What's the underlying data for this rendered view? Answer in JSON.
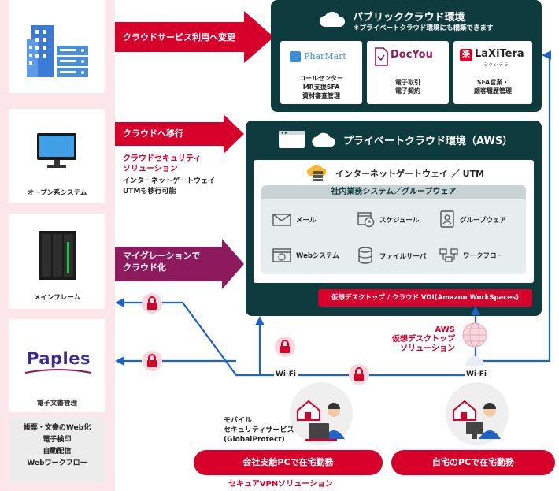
{
  "left_panel": {
    "open_system_caption": "オープン系システム",
    "mainframe_caption": "メインフレーム",
    "paples_logo": "Paples",
    "paples_caption": "電子文書管理",
    "paples_features": [
      "帳票・文書のWeb化",
      "電子検印",
      "自動配信",
      "Webワークフロー"
    ]
  },
  "arrows": {
    "to_public": "クラウドサービス利用へ変更",
    "to_private_title": "クラウドへ移行",
    "to_private_red": [
      "クラウドセキュリティ",
      "ソリューション"
    ],
    "to_private_black": [
      "インターネットゲートウェイ",
      "UTMも移行可能"
    ],
    "to_private_mainframe": [
      "マイグレーションで",
      "クラウド化"
    ]
  },
  "public_cloud": {
    "title": "パブリッククラウド環境",
    "subtitle": "＊プライベートクラウド環境にも構築できます",
    "services": [
      {
        "logo": "PharMart",
        "lines": [
          "コールセンター",
          "MR支援SFA",
          "資材審査管理"
        ]
      },
      {
        "logo": "DocYou",
        "lines": [
          "電子取引",
          "電子契約"
        ]
      },
      {
        "logo": "LaXiTera",
        "logo_sub": "ラクシテラ",
        "lines": [
          "SFA営業・",
          "顧客履歴管理"
        ]
      }
    ]
  },
  "private_cloud": {
    "title": "プライベートクラウド環境（AWS）",
    "gateway": "インターネットゲートウェイ ／ UTM",
    "business_title": "社内業務システム／グループウェア",
    "apps": [
      "メール",
      "スケジュール",
      "グループウェア",
      "Webシステム",
      "ファイルサーバ",
      "ワークフロー"
    ],
    "vdi": "仮想デスクトップ / クラウド VDI(Amazon WorkSpaces)"
  },
  "bottom": {
    "aws_vdi_label": [
      "AWS",
      "仮想デスクトップ",
      "ソリューション"
    ],
    "wifi_left": "Wi-Fi",
    "wifi_right": "Wi-Fi",
    "mobile_security": [
      "モバイル",
      "セキュリティサービス",
      "(GlobalProtect)"
    ],
    "company_pc_button": "会社支給PCで在宅勤務",
    "home_pc_button": "自宅のPCで在宅勤務",
    "vpn_label": "セキュアVPNソリューション"
  },
  "colors": {
    "red": "#d7002a",
    "dark_teal": "#0d3b3e",
    "purple": "#8e1a5e",
    "blue_line": "#1e64c8",
    "pink_bg": "#fbe7ea"
  }
}
